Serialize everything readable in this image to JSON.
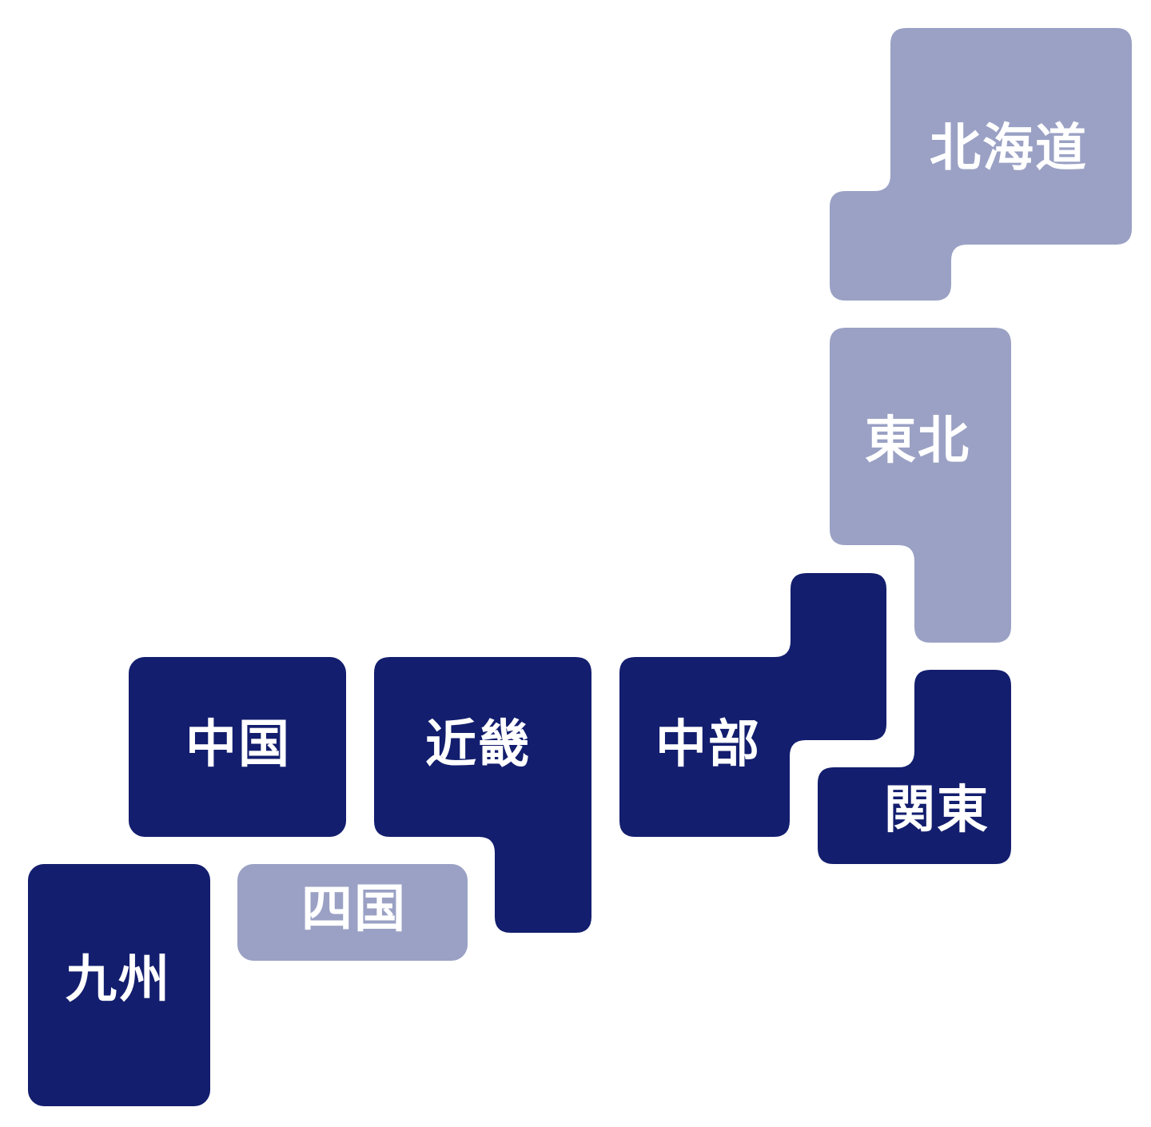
{
  "colors": {
    "dark": "#131e6e",
    "light": "#9aa1c4",
    "label": "#ffffff",
    "background": "#ffffff"
  },
  "regions": [
    {
      "id": "hokkaido",
      "label": "北海道",
      "tone": "light"
    },
    {
      "id": "tohoku",
      "label": "東北",
      "tone": "light"
    },
    {
      "id": "kanto",
      "label": "関東",
      "tone": "dark"
    },
    {
      "id": "chubu",
      "label": "中部",
      "tone": "dark"
    },
    {
      "id": "kinki",
      "label": "近畿",
      "tone": "dark"
    },
    {
      "id": "chugoku",
      "label": "中国",
      "tone": "dark"
    },
    {
      "id": "shikoku",
      "label": "四国",
      "tone": "light"
    },
    {
      "id": "kyushu",
      "label": "九州",
      "tone": "dark"
    }
  ]
}
